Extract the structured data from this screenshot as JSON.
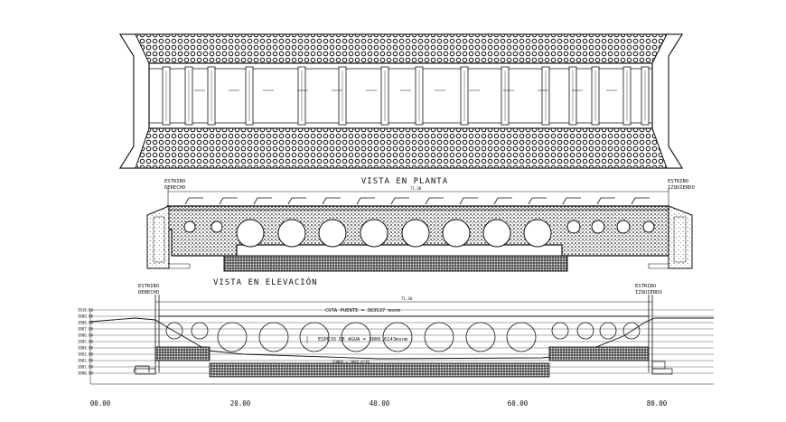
{
  "plan": {
    "title": "VISTA EN PLANTA",
    "left_abutment": [
      "ESTRIBO",
      "DERECHO"
    ],
    "right_abutment": [
      "ESTRIBO",
      "IZQUIERDO"
    ],
    "span_dim": "71.30"
  },
  "elevation": {
    "title": "VISTA EN ELEVACIÓN"
  },
  "profile": {
    "left_abutment": [
      "ESTRIBO",
      "DERECHO"
    ],
    "right_abutment": [
      "ESTRIBO",
      "IZQUIERDO"
    ],
    "span_dim": "71.30",
    "cota_puente": "COTA PUENTE = 383537 msnm",
    "espejo_agua": "ESPEJO DE AGUA = 3806.6143msnm",
    "fondo": "FONDO = 3804.4136",
    "elevation_labels": [
      "3810.00",
      "3809.00",
      "3808.00",
      "3807.00",
      "3806.00",
      "3805.00",
      "3804.00",
      "3803.00",
      "3802.00",
      "3801.00",
      "3800.00"
    ],
    "x_axis": [
      "00.00",
      "20.00",
      "40.00",
      "60.00",
      "80.00"
    ]
  },
  "colors": {
    "ink": "#111111",
    "background": "#ffffff"
  }
}
